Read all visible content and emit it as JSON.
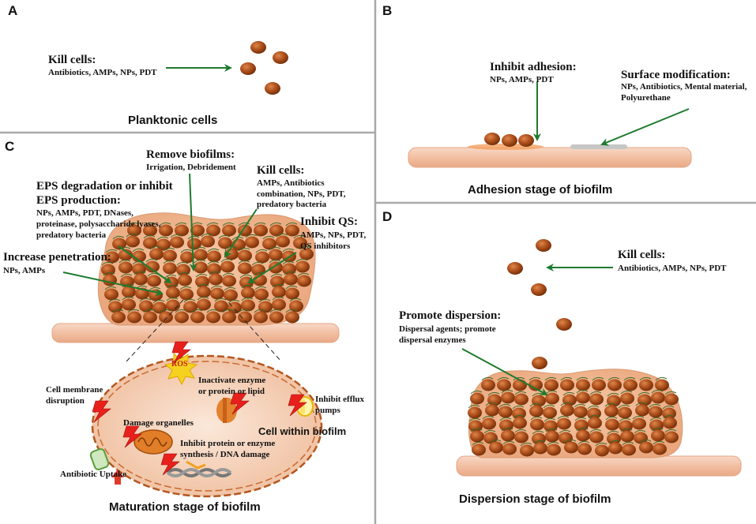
{
  "panels": {
    "a": {
      "letter": "A",
      "kill_title": "Kill cells:",
      "kill_items": "Antibiotics, AMPs, NPs, PDT",
      "caption": "Planktonic cells"
    },
    "b": {
      "letter": "B",
      "inhibit_title": "Inhibit adhesion:",
      "inhibit_items": "NPs, AMPs, PDT",
      "surface_title": "Surface modification:",
      "surface_items_1": "NPs, Antibiotics, Mental material,",
      "surface_items_2": "Polyurethane",
      "caption": "Adhesion stage of biofilm"
    },
    "c": {
      "letter": "C",
      "remove_title": "Remove biofilms:",
      "remove_items": "Irrigation, Debridement",
      "kill_title": "Kill cells:",
      "kill_items_1": "AMPs, Antibiotics",
      "kill_items_2": "combination, NPs, PDT,",
      "kill_items_3": "predatory bacteria",
      "eps_title_1": "EPS degradation or inhibit",
      "eps_title_2": "EPS production:",
      "eps_items_1": "NPs, AMPs, PDT, DNases,",
      "eps_items_2": "proteinase, polysaccharide lyases,",
      "eps_items_3": "predatory bacteria",
      "qs_title": "Inhibit QS:",
      "qs_items_1": "AMPs, NPs, PDT,",
      "qs_items_2": "QS inhibitors",
      "pen_title": "Increase penetration:",
      "pen_items": "NPs, AMPs",
      "ros": "ROS",
      "inactivate_1": "Inactivate enzyme",
      "inactivate_2": "or protein or lipid",
      "membrane_1": "Cell membrane",
      "membrane_2": "disruption",
      "efflux_1": "Inhibit efflux",
      "efflux_2": "pumps",
      "organelles": "Damage organelles",
      "cell_label": "Cell within biofilm",
      "protein_1": "Inhibit protein or enzyme",
      "protein_2": "synthesis / DNA damage",
      "uptake": "Antibiotic Uptake",
      "caption": "Maturation stage of biofilm"
    },
    "d": {
      "letter": "D",
      "kill_title": "Kill cells:",
      "kill_items": "Antibiotics, AMPs, NPs, PDT",
      "promote_title": "Promote dispersion:",
      "promote_items_1": "Dispersal agents; promote",
      "promote_items_2": "dispersal enzymes",
      "caption": "Dispersion stage of biofilm"
    }
  },
  "colors": {
    "arrow": "#1f7a2e",
    "divider": "#a9a9a9",
    "bacterium": "#8b3a0f",
    "bacterium_light": "#d4743a",
    "matrix": "#f0b890",
    "surface": "#f4c4a8",
    "lightning": "#e8201c"
  }
}
